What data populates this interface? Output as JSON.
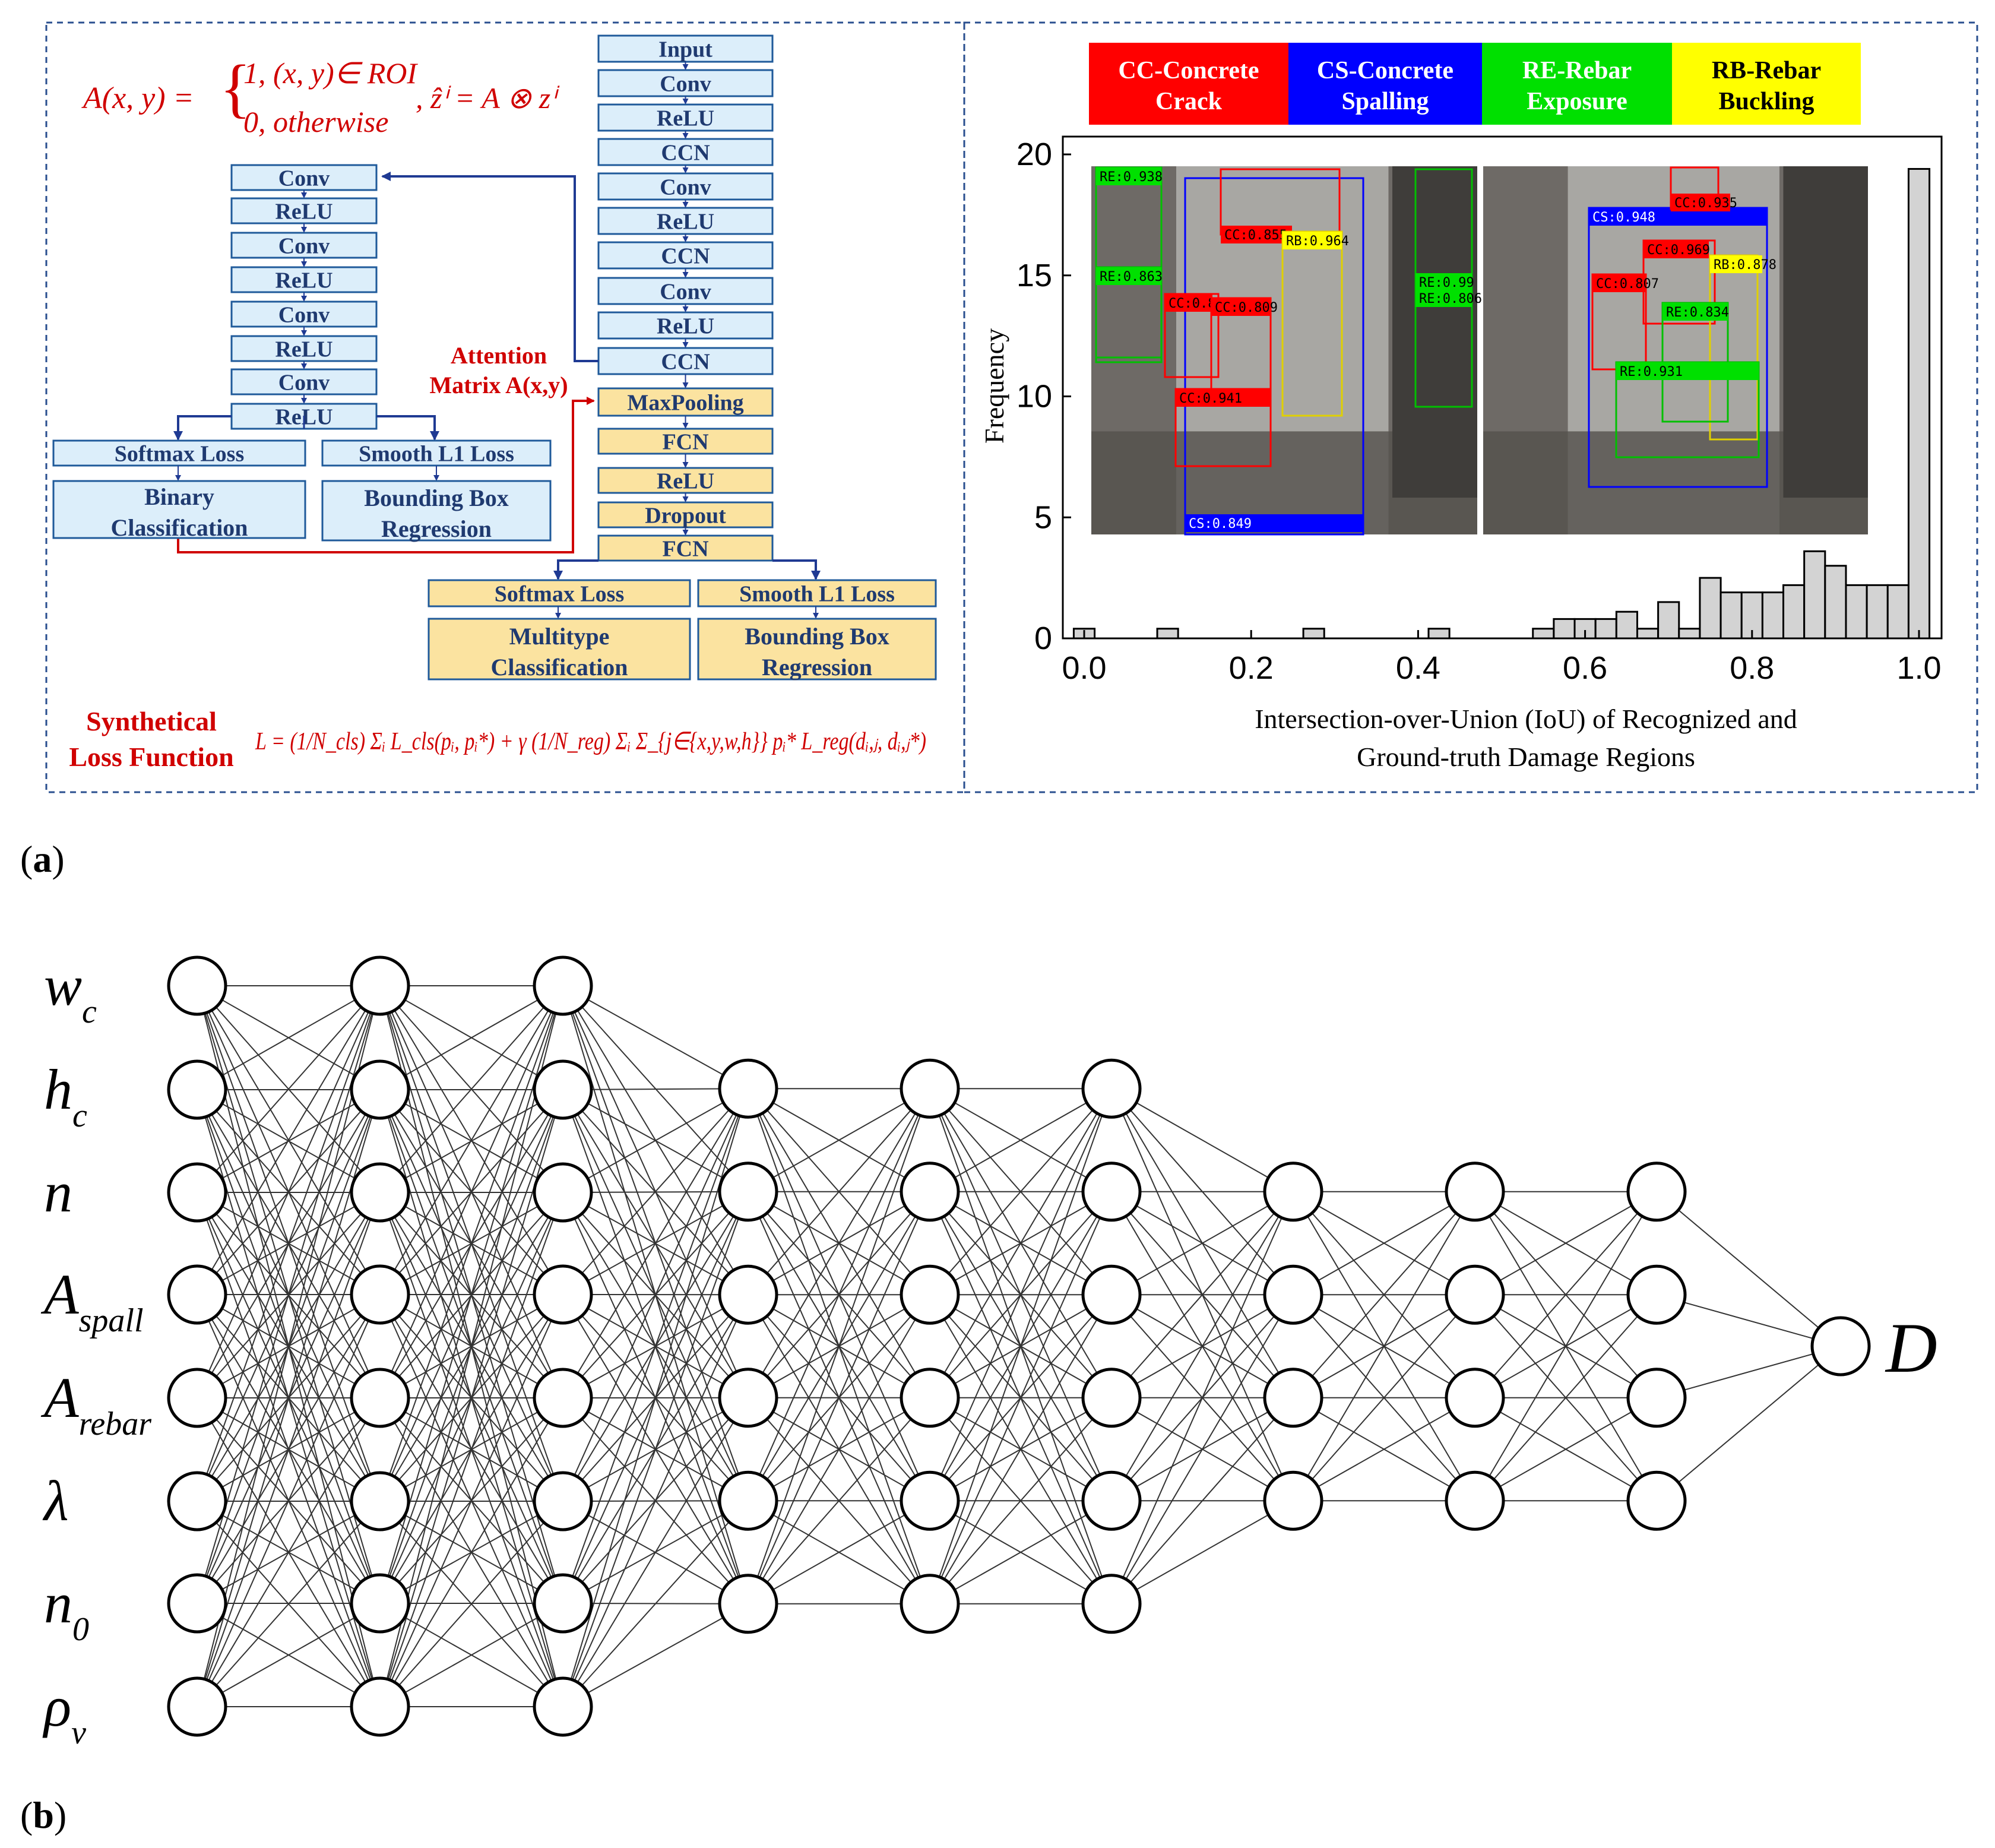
{
  "panel_a": {
    "label_open": "(",
    "label_letter": "a",
    "label_close": ")",
    "attention_formula": {
      "lhs": "A(x, y) =",
      "case1": "1, (x, y)∈ ROI",
      "case2": "0, otherwise",
      "rhs": ", ẑⁱ = A ⊗ zⁱ"
    },
    "right_stack": [
      "Input",
      "Conv",
      "ReLU",
      "CCN",
      "Conv",
      "ReLU",
      "CCN",
      "Conv",
      "ReLU",
      "CCN"
    ],
    "right_stack_yellow": [
      "MaxPooling",
      "FCN",
      "ReLU",
      "Dropout",
      "FCN"
    ],
    "left_stack": [
      "Conv",
      "ReLU",
      "Conv",
      "ReLU",
      "Conv",
      "ReLU",
      "Conv",
      "ReLU"
    ],
    "attention_label_1": "Attention",
    "attention_label_2": "Matrix A(x,y)",
    "left_heads": {
      "loss_a": "Softmax Loss",
      "loss_b": "Smooth L1 Loss",
      "out_a_1": "Binary",
      "out_a_2": "Classification",
      "out_b_1": "Bounding Box",
      "out_b_2": "Regression"
    },
    "right_heads": {
      "loss_a": "Softmax Loss",
      "loss_b": "Smooth L1 Loss",
      "out_a_1": "Multitype",
      "out_a_2": "Classification",
      "out_b_1": "Bounding Box",
      "out_b_2": "Regression"
    },
    "synthetical_1": "Synthetical",
    "synthetical_2": "Loss Function",
    "loss_formula": "L = (1/N_cls) Σᵢ L_cls(pᵢ, pᵢ*) + γ (1/N_reg) Σᵢ Σ_{j∈{x,y,w,h}} pᵢ* L_reg(dᵢ,ⱼ, dᵢ,ⱼ*)",
    "legend": [
      {
        "line1": "CC-Concrete",
        "line2": "Crack",
        "color": "#ff0000",
        "text": "#ffffff"
      },
      {
        "line1": "CS-Concrete",
        "line2": "Spalling",
        "color": "#0000ff",
        "text": "#ffffff"
      },
      {
        "line1": "RE-Rebar",
        "line2": "Exposure",
        "color": "#00e000",
        "text": "#ffffff"
      },
      {
        "line1": "RB-Rebar",
        "line2": "Buckling",
        "color": "#ffff00",
        "text": "#000000"
      }
    ],
    "photo_labels_1": [
      "RE:0.938",
      "RE:0.863",
      "CC:0.855",
      "RB:0.964",
      "CC:0.8r",
      "CC:0.809",
      "CC:0.941",
      "RE:0.99",
      "RE:0.806",
      "CS:0.849"
    ],
    "photo_labels_2": [
      "CS:0.948",
      "CC:0.935",
      "CC:0.969",
      "RB:0.878",
      "CC:0.807",
      "RE:0.834",
      "RE:0.931"
    ]
  },
  "chart_data": {
    "type": "bar",
    "title": "",
    "xlabel_1": "Intersection-over-Union (IoU) of Recognized and",
    "xlabel_2": "Ground-truth Damage Regions",
    "ylabel": "Frequency",
    "xlim": [
      0.0,
      1.0
    ],
    "ylim": [
      0,
      20
    ],
    "xticks": [
      "0.0",
      "0.2",
      "0.4",
      "0.6",
      "0.8",
      "1.0"
    ],
    "yticks": [
      "0",
      "5",
      "10",
      "15",
      "20"
    ],
    "bin_width": 0.025,
    "bin_starts": [
      -0.0125,
      0.0875,
      0.2625,
      0.4125,
      0.5375,
      0.5625,
      0.5875,
      0.6125,
      0.6375,
      0.6625,
      0.6875,
      0.7125,
      0.7375,
      0.7625,
      0.7875,
      0.8125,
      0.8375,
      0.8625,
      0.8875,
      0.9125,
      0.9375,
      0.9625,
      0.9875
    ],
    "values": [
      0.4,
      0.4,
      0.4,
      0.4,
      0.4,
      0.8,
      0.8,
      0.8,
      1.1,
      0.4,
      1.5,
      0.4,
      2.5,
      1.9,
      1.9,
      1.9,
      2.2,
      3.6,
      3.0,
      2.2,
      2.2,
      2.2,
      19.4
    ],
    "grid": false,
    "bar_color": "#d3d3d3"
  },
  "panel_b": {
    "label_open": "(",
    "label_letter": "b",
    "label_close": ")",
    "inputs": [
      {
        "base": "w",
        "sub": "c"
      },
      {
        "base": "h",
        "sub": "c"
      },
      {
        "base": "n",
        "sub": ""
      },
      {
        "base": "A",
        "sub": "spall"
      },
      {
        "base": "A",
        "sub": "rebar"
      },
      {
        "base": "λ",
        "sub": ""
      },
      {
        "base": "n",
        "sub": "0"
      },
      {
        "base": "ρ",
        "sub": "v"
      }
    ],
    "layer_sizes": [
      8,
      8,
      8,
      6,
      6,
      6,
      4,
      4,
      4,
      1
    ],
    "output": "D"
  }
}
